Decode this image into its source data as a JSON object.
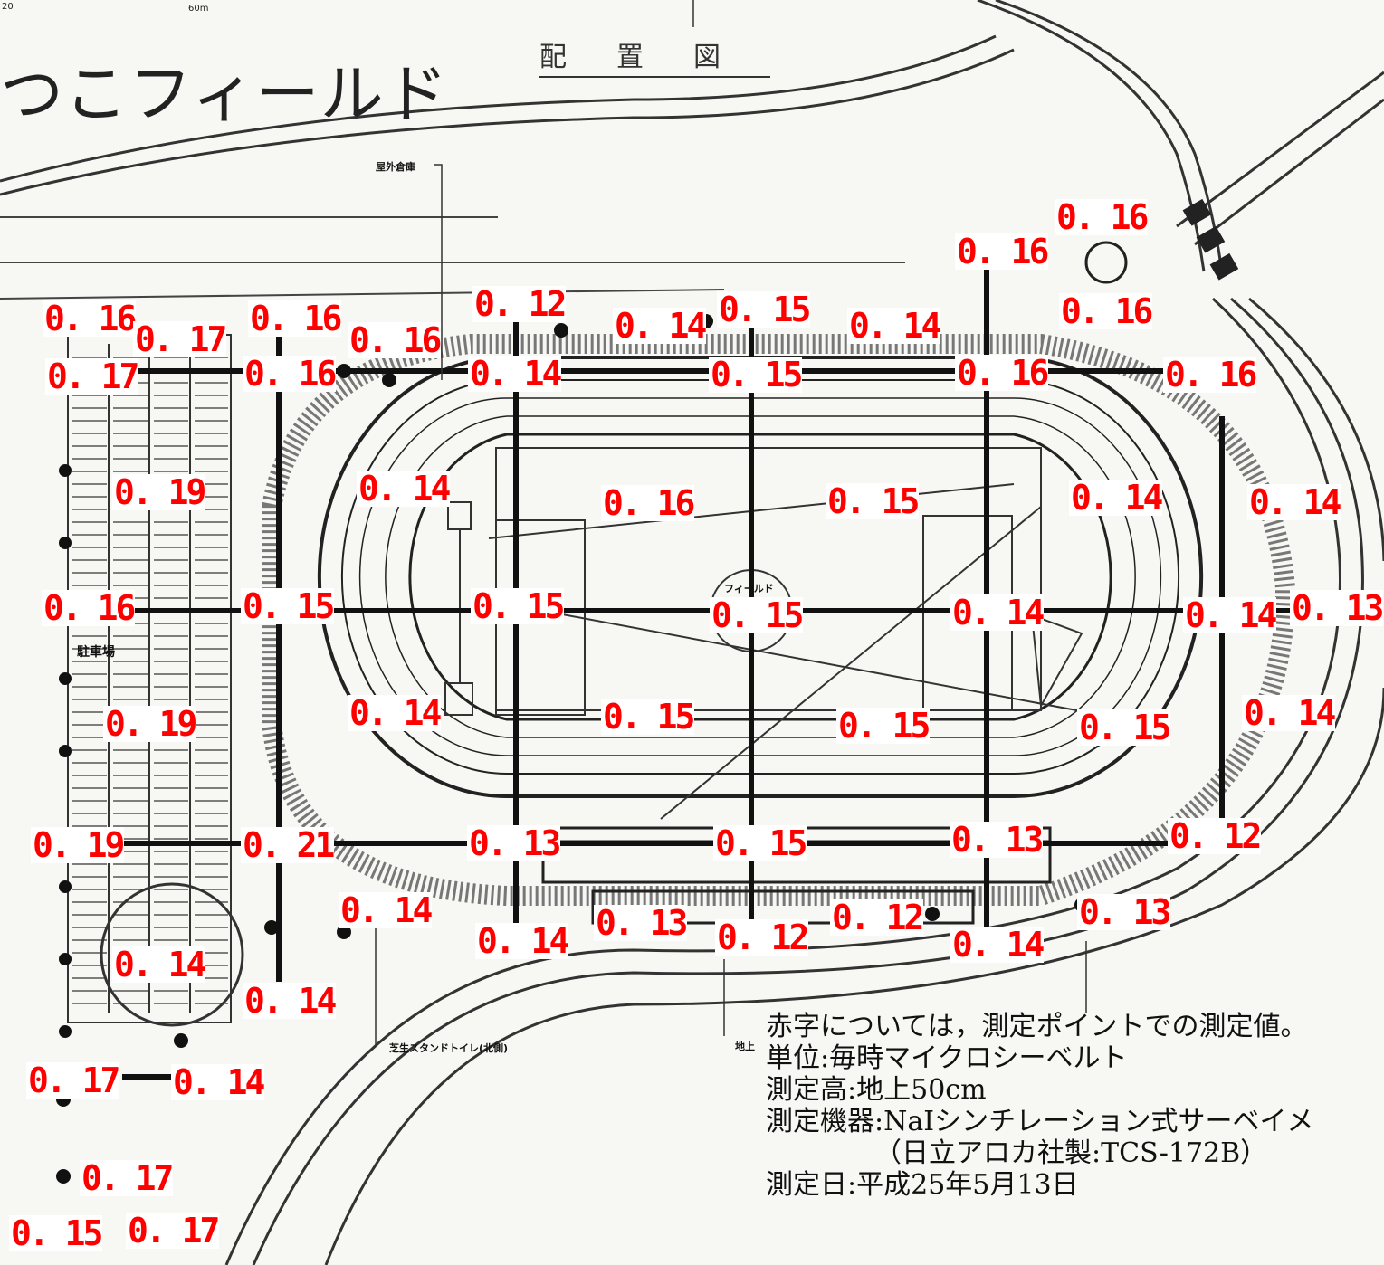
{
  "title": "つこフィールド",
  "heading": "配置図",
  "scale": {
    "left": "20",
    "right": "60m"
  },
  "labels": {
    "warehouse": "屋外倉庫",
    "field": "フィールド",
    "parking": "駐車場",
    "toilet": "芝生スタンドトイレ(北側)",
    "ground": "地上"
  },
  "notes": [
    "赤字については，測定ポイントでの測定値。",
    "単位:毎時マイクロシーベルト",
    "測定高:地上50cm",
    "測定機器:NaIシンチレーション式サーベイメ",
    "（日立アロカ社製:TCS-172B）",
    "測定日:平成25年5月13日"
  ],
  "readings": [
    "0. 16",
    "0. 17",
    "0. 16",
    "0. 16",
    "0. 12",
    "0. 14",
    "0. 15",
    "0. 14",
    "0. 16",
    "0. 16",
    "0. 16",
    "0. 17",
    "0. 16",
    "0. 14",
    "0. 15",
    "0. 16",
    "0. 16",
    "0. 19",
    "0. 14",
    "0. 16",
    "0. 15",
    "0. 14",
    "0. 14",
    "0. 16",
    "0. 15",
    "0. 15",
    "0. 15",
    "0. 14",
    "0. 14",
    "0. 13",
    "0. 19",
    "0. 14",
    "0. 15",
    "0. 15",
    "0. 15",
    "0. 14",
    "0. 19",
    "0. 21",
    "0. 13",
    "0. 15",
    "0. 13",
    "0. 12",
    "0. 14",
    "0. 14",
    "0. 13",
    "0. 12",
    "0. 12",
    "0. 13",
    "0. 14",
    "0. 14",
    "0. 14",
    "0. 17",
    "0. 14",
    "0. 17",
    "0. 15",
    "0. 17"
  ]
}
